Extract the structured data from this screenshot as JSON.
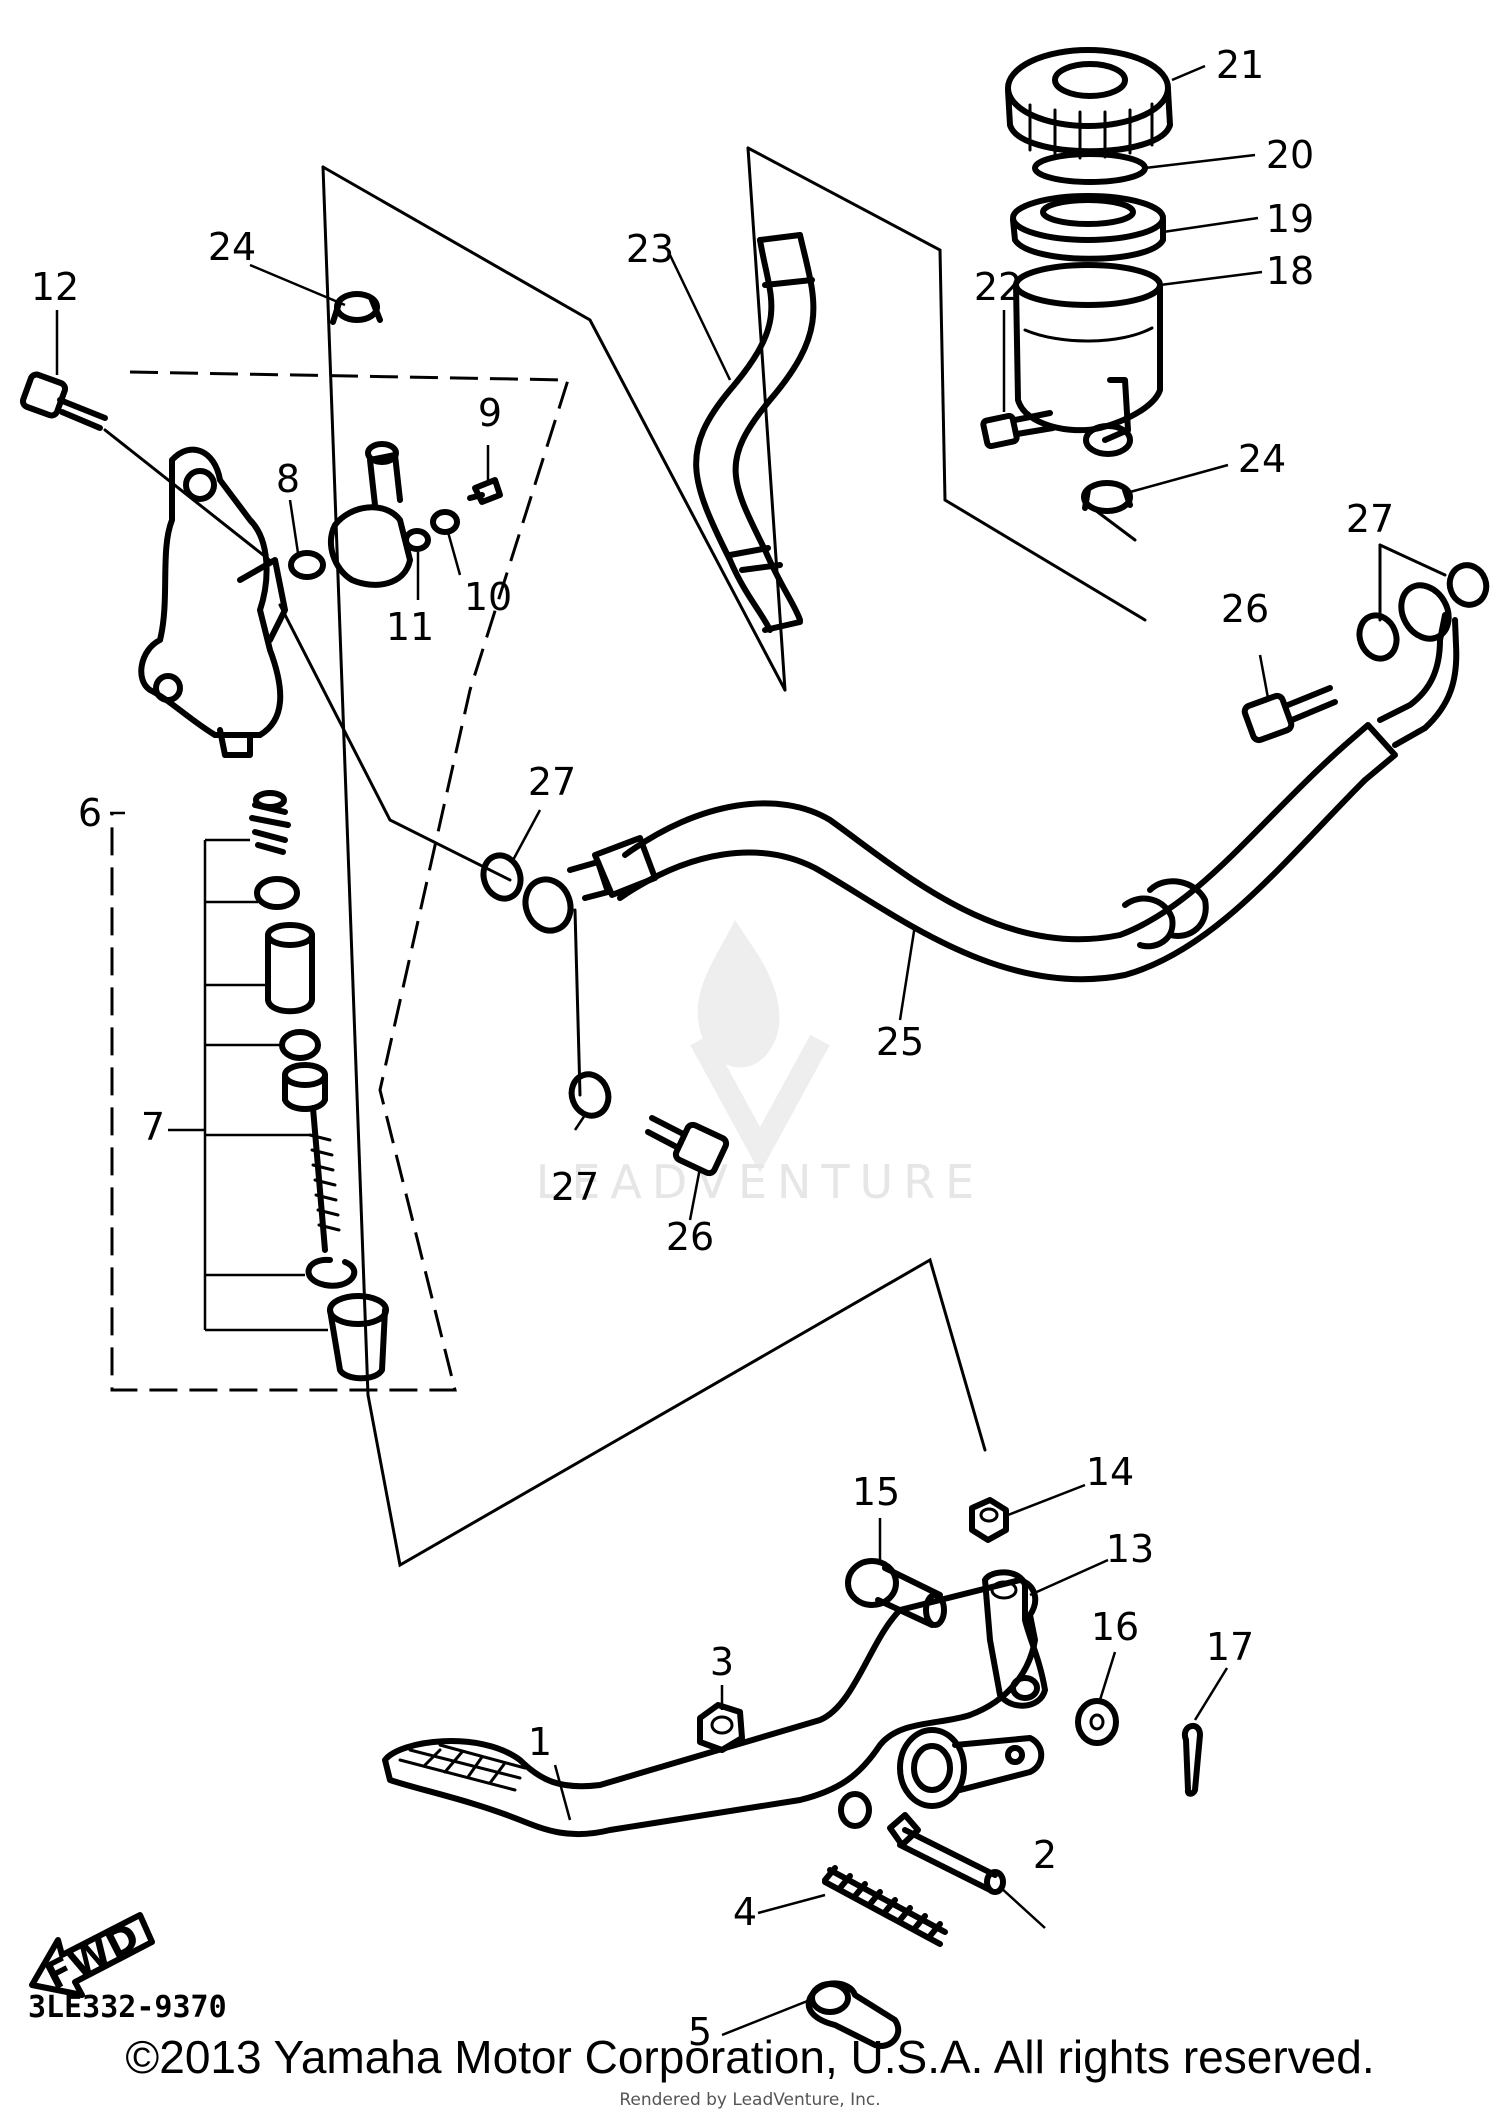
{
  "diagram": {
    "parts": [
      {
        "id": "p1",
        "label": "1"
      },
      {
        "id": "p2",
        "label": "2"
      },
      {
        "id": "p3",
        "label": "3"
      },
      {
        "id": "p4",
        "label": "4"
      },
      {
        "id": "p5",
        "label": "5"
      },
      {
        "id": "p6",
        "label": "6"
      },
      {
        "id": "p7",
        "label": "7"
      },
      {
        "id": "p8",
        "label": "8"
      },
      {
        "id": "p9",
        "label": "9"
      },
      {
        "id": "p10",
        "label": "10"
      },
      {
        "id": "p11",
        "label": "11"
      },
      {
        "id": "p12",
        "label": "12"
      },
      {
        "id": "p13",
        "label": "13"
      },
      {
        "id": "p14",
        "label": "14"
      },
      {
        "id": "p15",
        "label": "15"
      },
      {
        "id": "p16",
        "label": "16"
      },
      {
        "id": "p17",
        "label": "17"
      },
      {
        "id": "p18",
        "label": "18"
      },
      {
        "id": "p19",
        "label": "19"
      },
      {
        "id": "p20",
        "label": "20"
      },
      {
        "id": "p21",
        "label": "21"
      },
      {
        "id": "p22",
        "label": "22"
      },
      {
        "id": "p23",
        "label": "23"
      },
      {
        "id": "p24a",
        "label": "24"
      },
      {
        "id": "p24b",
        "label": "24"
      },
      {
        "id": "p25",
        "label": "25"
      },
      {
        "id": "p26a",
        "label": "26"
      },
      {
        "id": "p26b",
        "label": "26"
      },
      {
        "id": "p27a",
        "label": "27"
      },
      {
        "id": "p27b",
        "label": "27"
      },
      {
        "id": "p27c",
        "label": "27"
      }
    ],
    "front_arrow_label": "FWD",
    "diagram_code": "3LE332-9370",
    "watermark": "LEADVENTURE"
  },
  "footer": {
    "copyright": "©2013 Yamaha Motor Corporation, U.S.A. All rights reserved.",
    "rendered_by": "Rendered by LeadVenture, Inc."
  }
}
